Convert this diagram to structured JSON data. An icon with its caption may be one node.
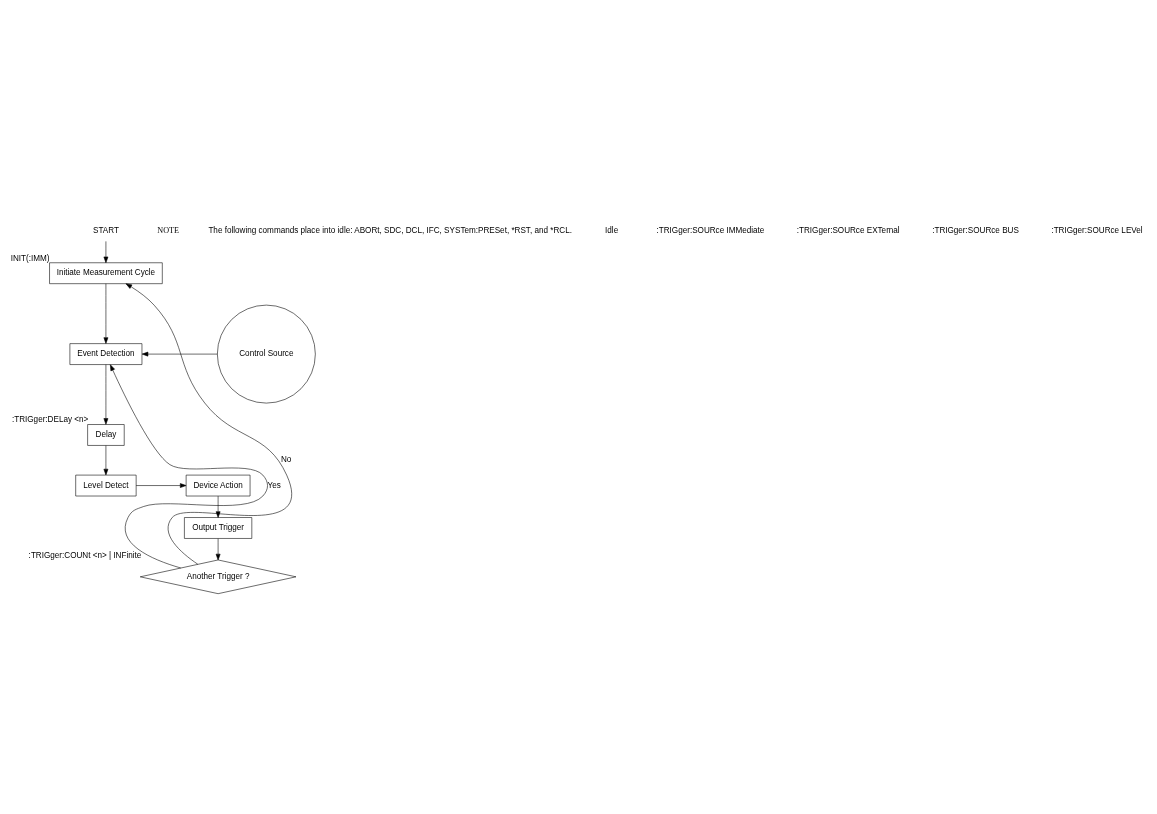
{
  "diagram": {
    "nodes": [
      {
        "text": [
          "START"
        ]
      },
      {
        "text": [
          "Initiate Measurement Cycle"
        ],
        "beside": [
          "INIT(:IMM)"
        ]
      },
      {
        "text": [
          "Event Detection"
        ]
      },
      {
        "text": [
          "Control Source"
        ]
      },
      {
        "text": [
          "Delay"
        ],
        "beside": [
          ":TRIGger:DELay <n>"
        ]
      },
      {
        "text": [
          "Level Detect"
        ]
      },
      {
        "text": [
          "Device Action"
        ]
      },
      {
        "text": [
          "Output Trigger"
        ]
      },
      {
        "text": [
          "Another Trigger ?"
        ],
        "beside": [
          ":TRIGger:COUNt <n> | INFinite"
        ]
      }
    ],
    "edges": [
      {
        "from": 0,
        "to": 1,
        "arrow": "to"
      },
      {
        "from": 1,
        "to": 2,
        "arrow": "to"
      },
      {
        "from": 3,
        "to": 2,
        "arrow": "to"
      },
      {
        "from": 2,
        "to": 4,
        "arrow": "to"
      },
      {
        "from": 4,
        "to": 5,
        "arrow": "to"
      },
      {
        "from": 5,
        "to": 6,
        "arrow": "to"
      },
      {
        "from": 6,
        "to": 7,
        "arrow": "to"
      },
      {
        "from": 7,
        "to": 8,
        "arrow": "to"
      },
      {
        "from": 8,
        "to": 2,
        "arrow": "to",
        "label": "Yes"
      },
      {
        "from": 8,
        "to": 1,
        "arrow": "to",
        "label": "No"
      }
    ],
    "labels": [
      "NOTE",
      "The following commands place into idle: ABORt, SDC, DCL, IFC, SYSTem:PRESet, *RST, and *RCL.",
      "Idle",
      ":TRIGger:SOURce IMMediate",
      ":TRIGger:SOURce EXTernal",
      ":TRIGger:SOURce BUS",
      ":TRIGger:SOURce LEVel"
    ]
  }
}
